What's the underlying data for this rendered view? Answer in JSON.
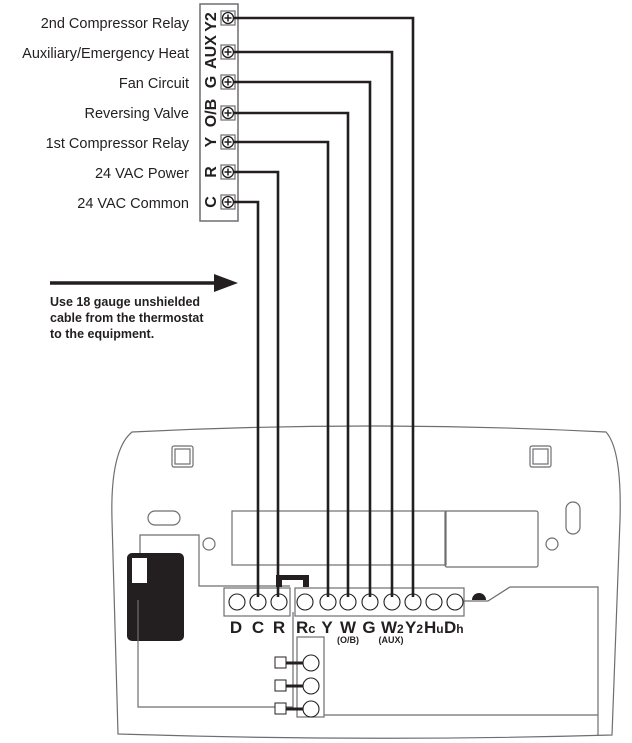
{
  "equipment_terminals": [
    {
      "code": "Y2",
      "label": "2nd Compressor Relay"
    },
    {
      "code": "AUX",
      "label": "Auxiliary/Emergency Heat"
    },
    {
      "code": "G",
      "label": "Fan Circuit"
    },
    {
      "code": "O/B",
      "label": "Reversing Valve"
    },
    {
      "code": "Y",
      "label": "1st Compressor Relay"
    },
    {
      "code": "R",
      "label": "24 VAC Power"
    },
    {
      "code": "C",
      "label": "24 VAC Common"
    }
  ],
  "note": {
    "line1": "Use 18 gauge unshielded",
    "line2": "cable from the thermostat",
    "line3": "to the equipment."
  },
  "thermostat_terminals": {
    "D": "D",
    "C": "C",
    "R": "R",
    "Rc": "R",
    "Rc_sub": "c",
    "Y": "Y",
    "W": "W",
    "W_sub": "(O/B)",
    "G": "G",
    "W2": "W",
    "W2_num": "2",
    "W2_sub": "(AUX)",
    "Y2": "Y",
    "Y2_num": "2",
    "Hu": "H",
    "Hu_sub": "u",
    "Dh": "D",
    "Dh_sub": "h"
  },
  "colors": {
    "wire": "#231f20",
    "outline": "#6d6e71"
  }
}
